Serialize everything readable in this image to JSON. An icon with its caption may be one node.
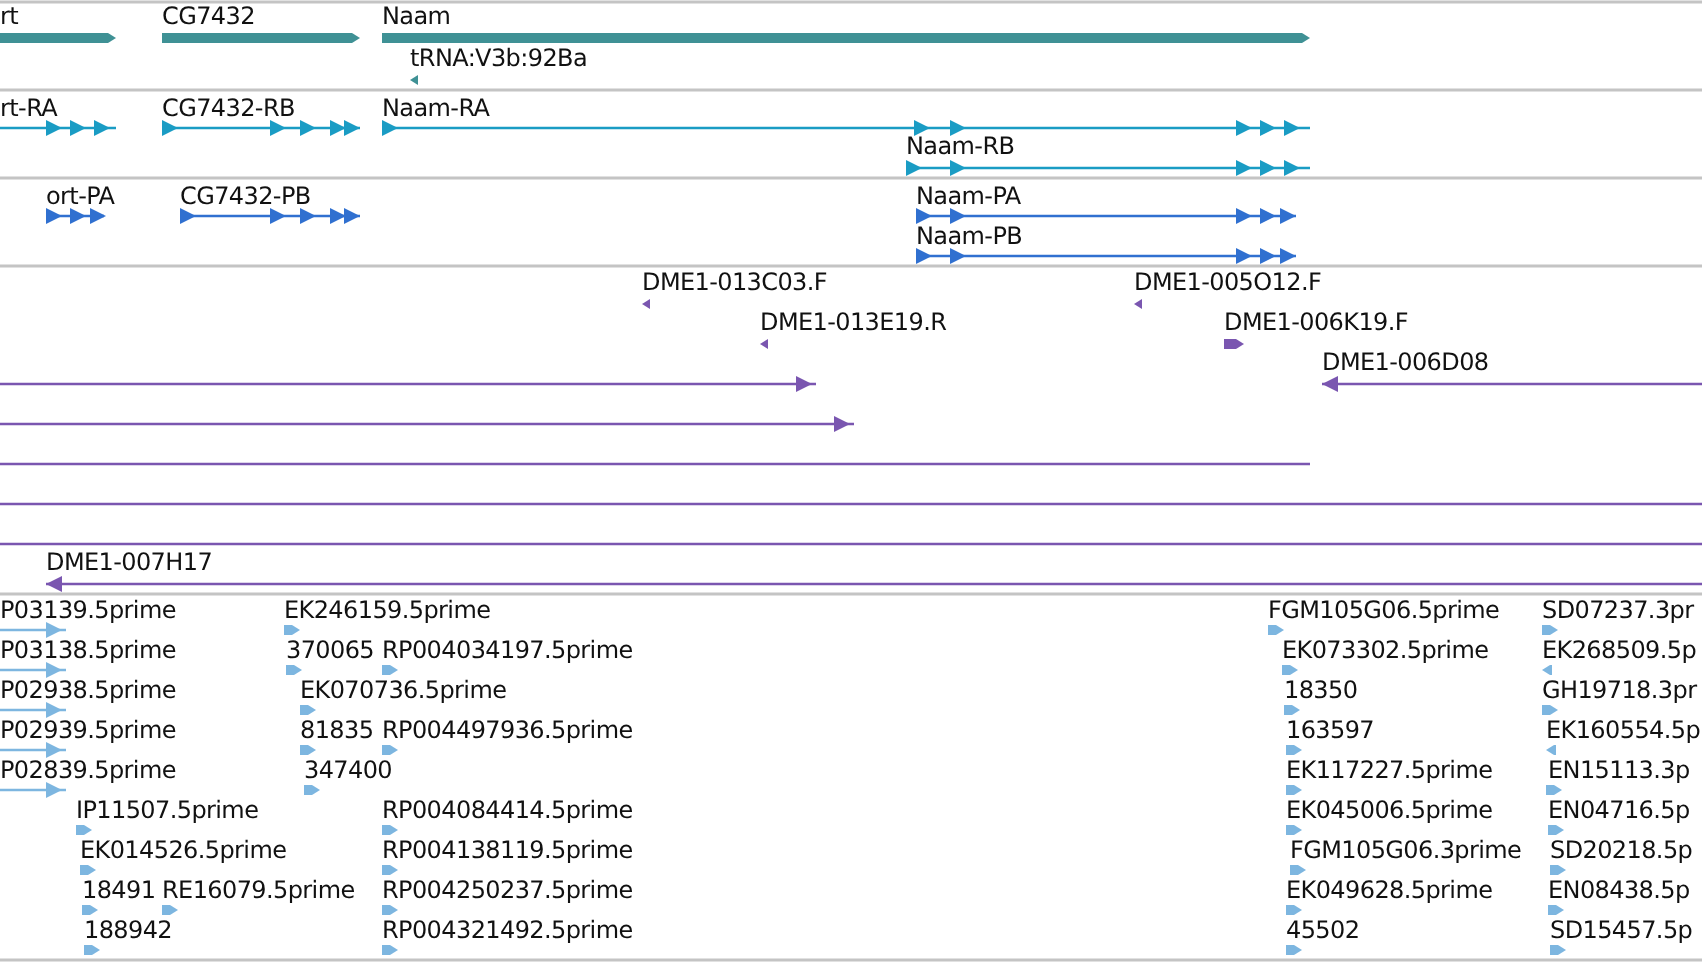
{
  "diagram": {
    "labels": [
      "rt",
      "CG7432",
      "Naam",
      "tRNA:V3b:92Ba",
      "rt-RA",
      "CG7432-RB",
      "Naam-RA",
      "Naam-RB",
      "ort-PA",
      "CG7432-PB",
      "Naam-PA",
      "Naam-PB",
      "DME1-013C03.F",
      "DME1-005O12.F",
      "DME1-013E19.R",
      "DME1-006K19.F",
      "DME1-006D08",
      "DME1-007H17",
      "P03139.5prime",
      "EK246159.5prime",
      "FGM105G06.5prime",
      "SD07237.3pr",
      "P03138.5prime",
      "370065",
      "RP004034197.5prime",
      "EK073302.5prime",
      "EK268509.5p",
      "P02938.5prime",
      "EK070736.5prime",
      "18350",
      "GH19718.3pr",
      "P02939.5prime",
      "81835",
      "RP004497936.5prime",
      "163597",
      "EK160554.5p",
      "P02839.5prime",
      "347400",
      "EK117227.5prime",
      "EN15113.3p",
      "IP11507.5prime",
      "RP004084414.5prime",
      "EK045006.5prime",
      "EN04716.5p",
      "EK014526.5prime",
      "RP004138119.5prime",
      "FGM105G06.3prime",
      "SD20218.5p",
      "18491",
      "RE16079.5prime",
      "RP004250237.5prime",
      "EK049628.5prime",
      "EN08438.5p",
      "188942",
      "RP004321492.5prime",
      "45502",
      "SD15457.5p"
    ]
  }
}
